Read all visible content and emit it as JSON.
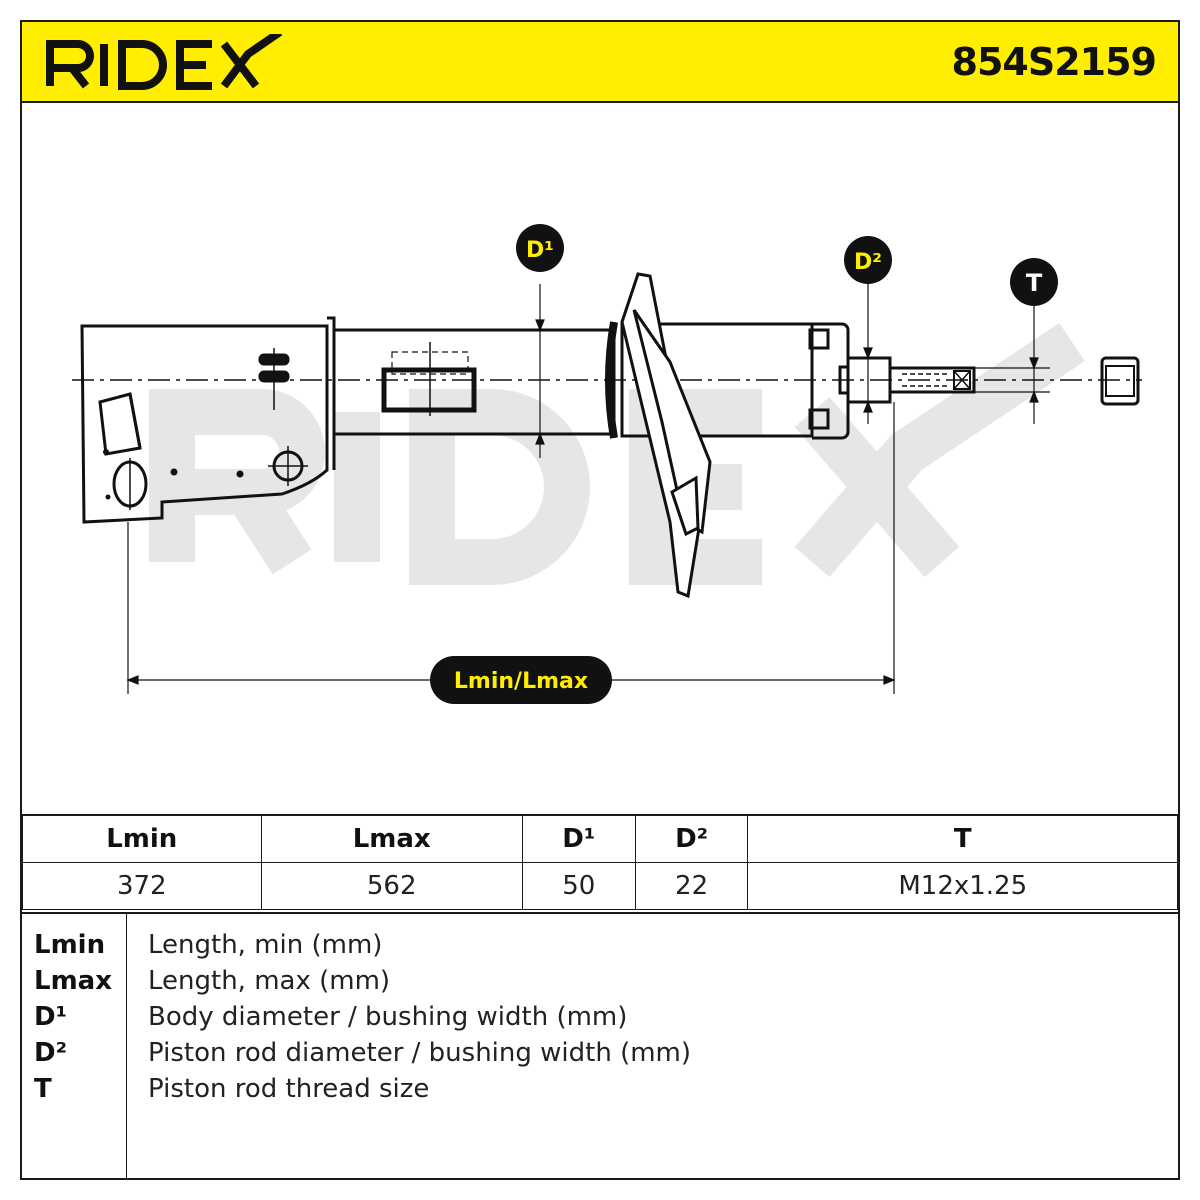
{
  "header": {
    "brand": "RIDEX",
    "part_number": "854S2159"
  },
  "callouts": {
    "d1": "D¹",
    "d2": "D²",
    "t": "T",
    "length": "Lmin/Lmax"
  },
  "specs": {
    "headers": [
      "Lmin",
      "Lmax",
      "D¹",
      "D²",
      "T"
    ],
    "values": [
      "372",
      "562",
      "50",
      "22",
      "M12x1.25"
    ]
  },
  "legend": [
    {
      "key": "Lmin",
      "desc": "Length, min (mm)"
    },
    {
      "key": "Lmax",
      "desc": "Length, max (mm)"
    },
    {
      "key": "D¹",
      "desc": "Body diameter / bushing width (mm)"
    },
    {
      "key": "D²",
      "desc": "Piston rod diameter / bushing width (mm)"
    },
    {
      "key": "T",
      "desc": "Piston rod thread size"
    }
  ],
  "colors": {
    "brand_yellow": "#ffee00",
    "ink": "#111111",
    "watermark": "#e6e6e6"
  }
}
